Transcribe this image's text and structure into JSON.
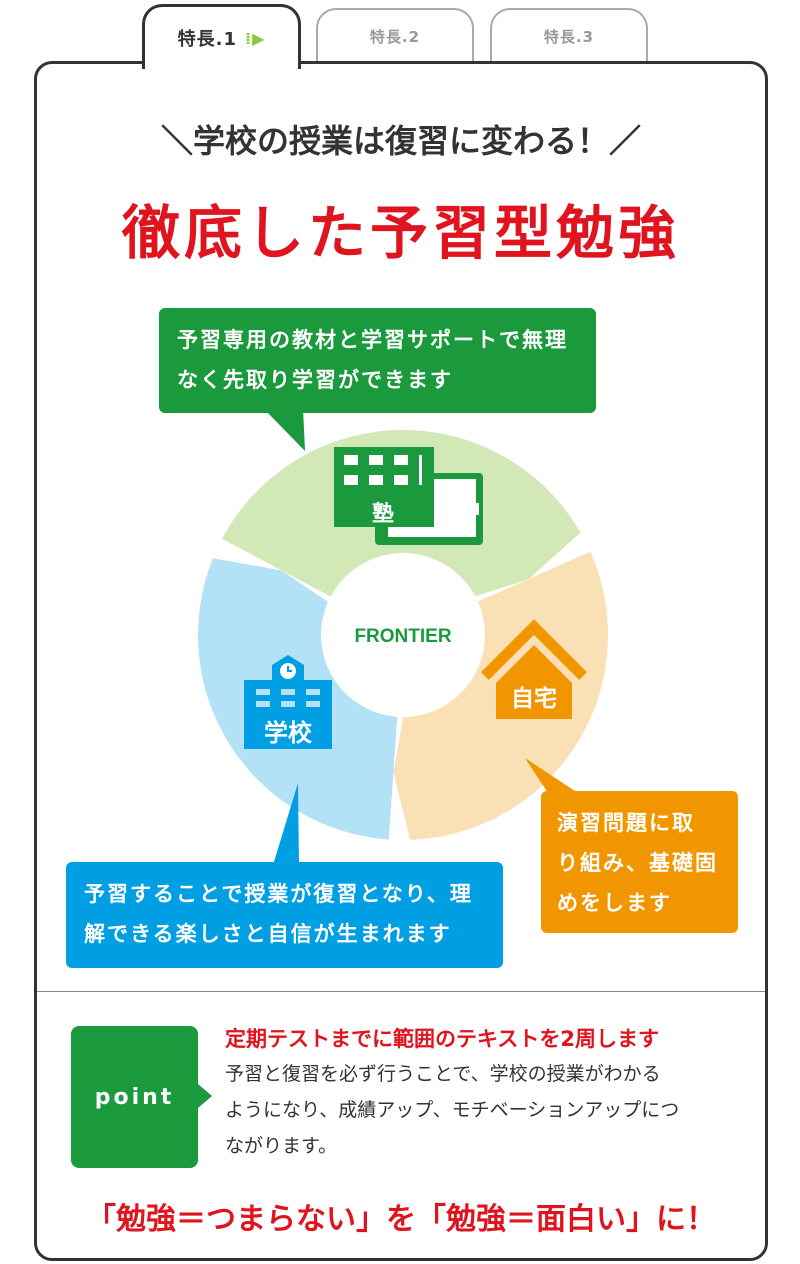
{
  "tabs": [
    {
      "label": "特長.1",
      "active": true
    },
    {
      "label": "特長.2"
    },
    {
      "label": "特長.3"
    }
  ],
  "header": {
    "subtitle": "＼学校の授業は復習に変わる！／",
    "title": "徹底した予習型勉強"
  },
  "cycle": {
    "center_label": "FRONTIER",
    "juku_label": "塾",
    "home_label": "自宅",
    "school_label": "学校",
    "colors": {
      "green": "#d3e8b7",
      "orange": "#f9e0b5",
      "blue": "#b3e1f5",
      "green_dark": "#1a9a3c",
      "orange_dark": "#f29600",
      "blue_dark": "#009fe3"
    }
  },
  "bubbles": {
    "juku": [
      "予習専用の教材と学習サポートで無理",
      "なく先取り学習ができます"
    ],
    "home": [
      "演習問題に取",
      "り組み、基礎固",
      "めをします"
    ],
    "school": [
      "予習することで授業が復習となり、理",
      "解できる楽しさと自信が生まれます"
    ]
  },
  "point": {
    "label": "point",
    "headline": "定期テストまでに範囲のテキストを2周します",
    "body": [
      "予習と復習を必ず行うことで、学校の授業がわかる",
      "ようになり、成績アップ、モチベーションアップにつ",
      "ながります。"
    ],
    "slogan": "「勉強＝つまらない」を「勉強＝面白い」に！"
  }
}
